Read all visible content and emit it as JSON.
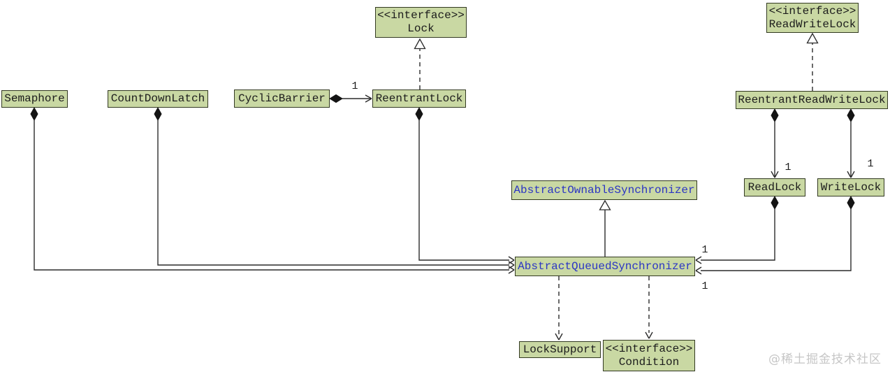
{
  "diagram": {
    "type": "uml-class-diagram",
    "subject": "Java AQS concurrency classes",
    "nodes": [
      {
        "id": "lock",
        "stereotype": "<<interface>>",
        "name": "Lock"
      },
      {
        "id": "readwritelock",
        "stereotype": "<<interface>>",
        "name": "ReadWriteLock"
      },
      {
        "id": "semaphore",
        "name": "Semaphore"
      },
      {
        "id": "countdownlatch",
        "name": "CountDownLatch"
      },
      {
        "id": "cyclicbarrier",
        "name": "CyclicBarrier"
      },
      {
        "id": "reentrantlock",
        "name": "ReentrantLock"
      },
      {
        "id": "reentrantreadwritelock",
        "name": "ReentrantReadWriteLock"
      },
      {
        "id": "abstractownablesynchronizer",
        "name": "AbstractOwnableSynchronizer",
        "emphasis": "blue"
      },
      {
        "id": "readlock",
        "name": "ReadLock"
      },
      {
        "id": "writelock",
        "name": "WriteLock"
      },
      {
        "id": "abstractqueuedsynchronizer",
        "name": "AbstractQueuedSynchronizer",
        "emphasis": "blue"
      },
      {
        "id": "locksupport",
        "name": "LockSupport"
      },
      {
        "id": "condition",
        "stereotype": "<<interface>>",
        "name": "Condition"
      }
    ],
    "edges": [
      {
        "from": "reentrantlock",
        "to": "lock",
        "type": "realization-dashed-hollow-triangle"
      },
      {
        "from": "reentrantreadwritelock",
        "to": "readwritelock",
        "type": "realization-dashed-hollow-triangle"
      },
      {
        "from": "abstractqueuedsynchronizer",
        "to": "abstractownablesynchronizer",
        "type": "generalization-solid-hollow-triangle"
      },
      {
        "from": "cyclicbarrier",
        "to": "reentrantlock",
        "type": "composition-diamond-arrow",
        "multiplicity": "1"
      },
      {
        "from": "semaphore",
        "to": "abstractqueuedsynchronizer",
        "type": "composition-diamond-arrow"
      },
      {
        "from": "countdownlatch",
        "to": "abstractqueuedsynchronizer",
        "type": "composition-diamond-arrow"
      },
      {
        "from": "reentrantlock",
        "to": "abstractqueuedsynchronizer",
        "type": "composition-diamond-arrow"
      },
      {
        "from": "reentrantreadwritelock",
        "to": "readlock",
        "type": "composition-diamond-arrow",
        "multiplicity": "1"
      },
      {
        "from": "reentrantreadwritelock",
        "to": "writelock",
        "type": "composition-diamond-arrow",
        "multiplicity": "1"
      },
      {
        "from": "readlock",
        "to": "abstractqueuedsynchronizer",
        "type": "composition-diamond-arrow",
        "multiplicity": "1"
      },
      {
        "from": "writelock",
        "to": "abstractqueuedsynchronizer",
        "type": "composition-diamond-arrow",
        "multiplicity": "1"
      },
      {
        "from": "abstractqueuedsynchronizer",
        "to": "locksupport",
        "type": "dependency-dashed-arrow"
      },
      {
        "from": "abstractqueuedsynchronizer",
        "to": "condition",
        "type": "dependency-dashed-arrow"
      }
    ],
    "multiplicities": {
      "cyclicbarrier_reentrantlock": "1",
      "rrwl_readlock": "1",
      "rrwl_writelock": "1",
      "readlock_aqs": "1",
      "writelock_aqs": "1"
    },
    "colors": {
      "node_fill": "#c9d8a3",
      "node_border": "#333a22",
      "class_text": "#1c1c1c",
      "abstract_class_text": "#2b35c4",
      "connector": "#2a2a2a",
      "watermark": "#c6c6c6"
    },
    "watermark": "@稀土掘金技术社区"
  }
}
